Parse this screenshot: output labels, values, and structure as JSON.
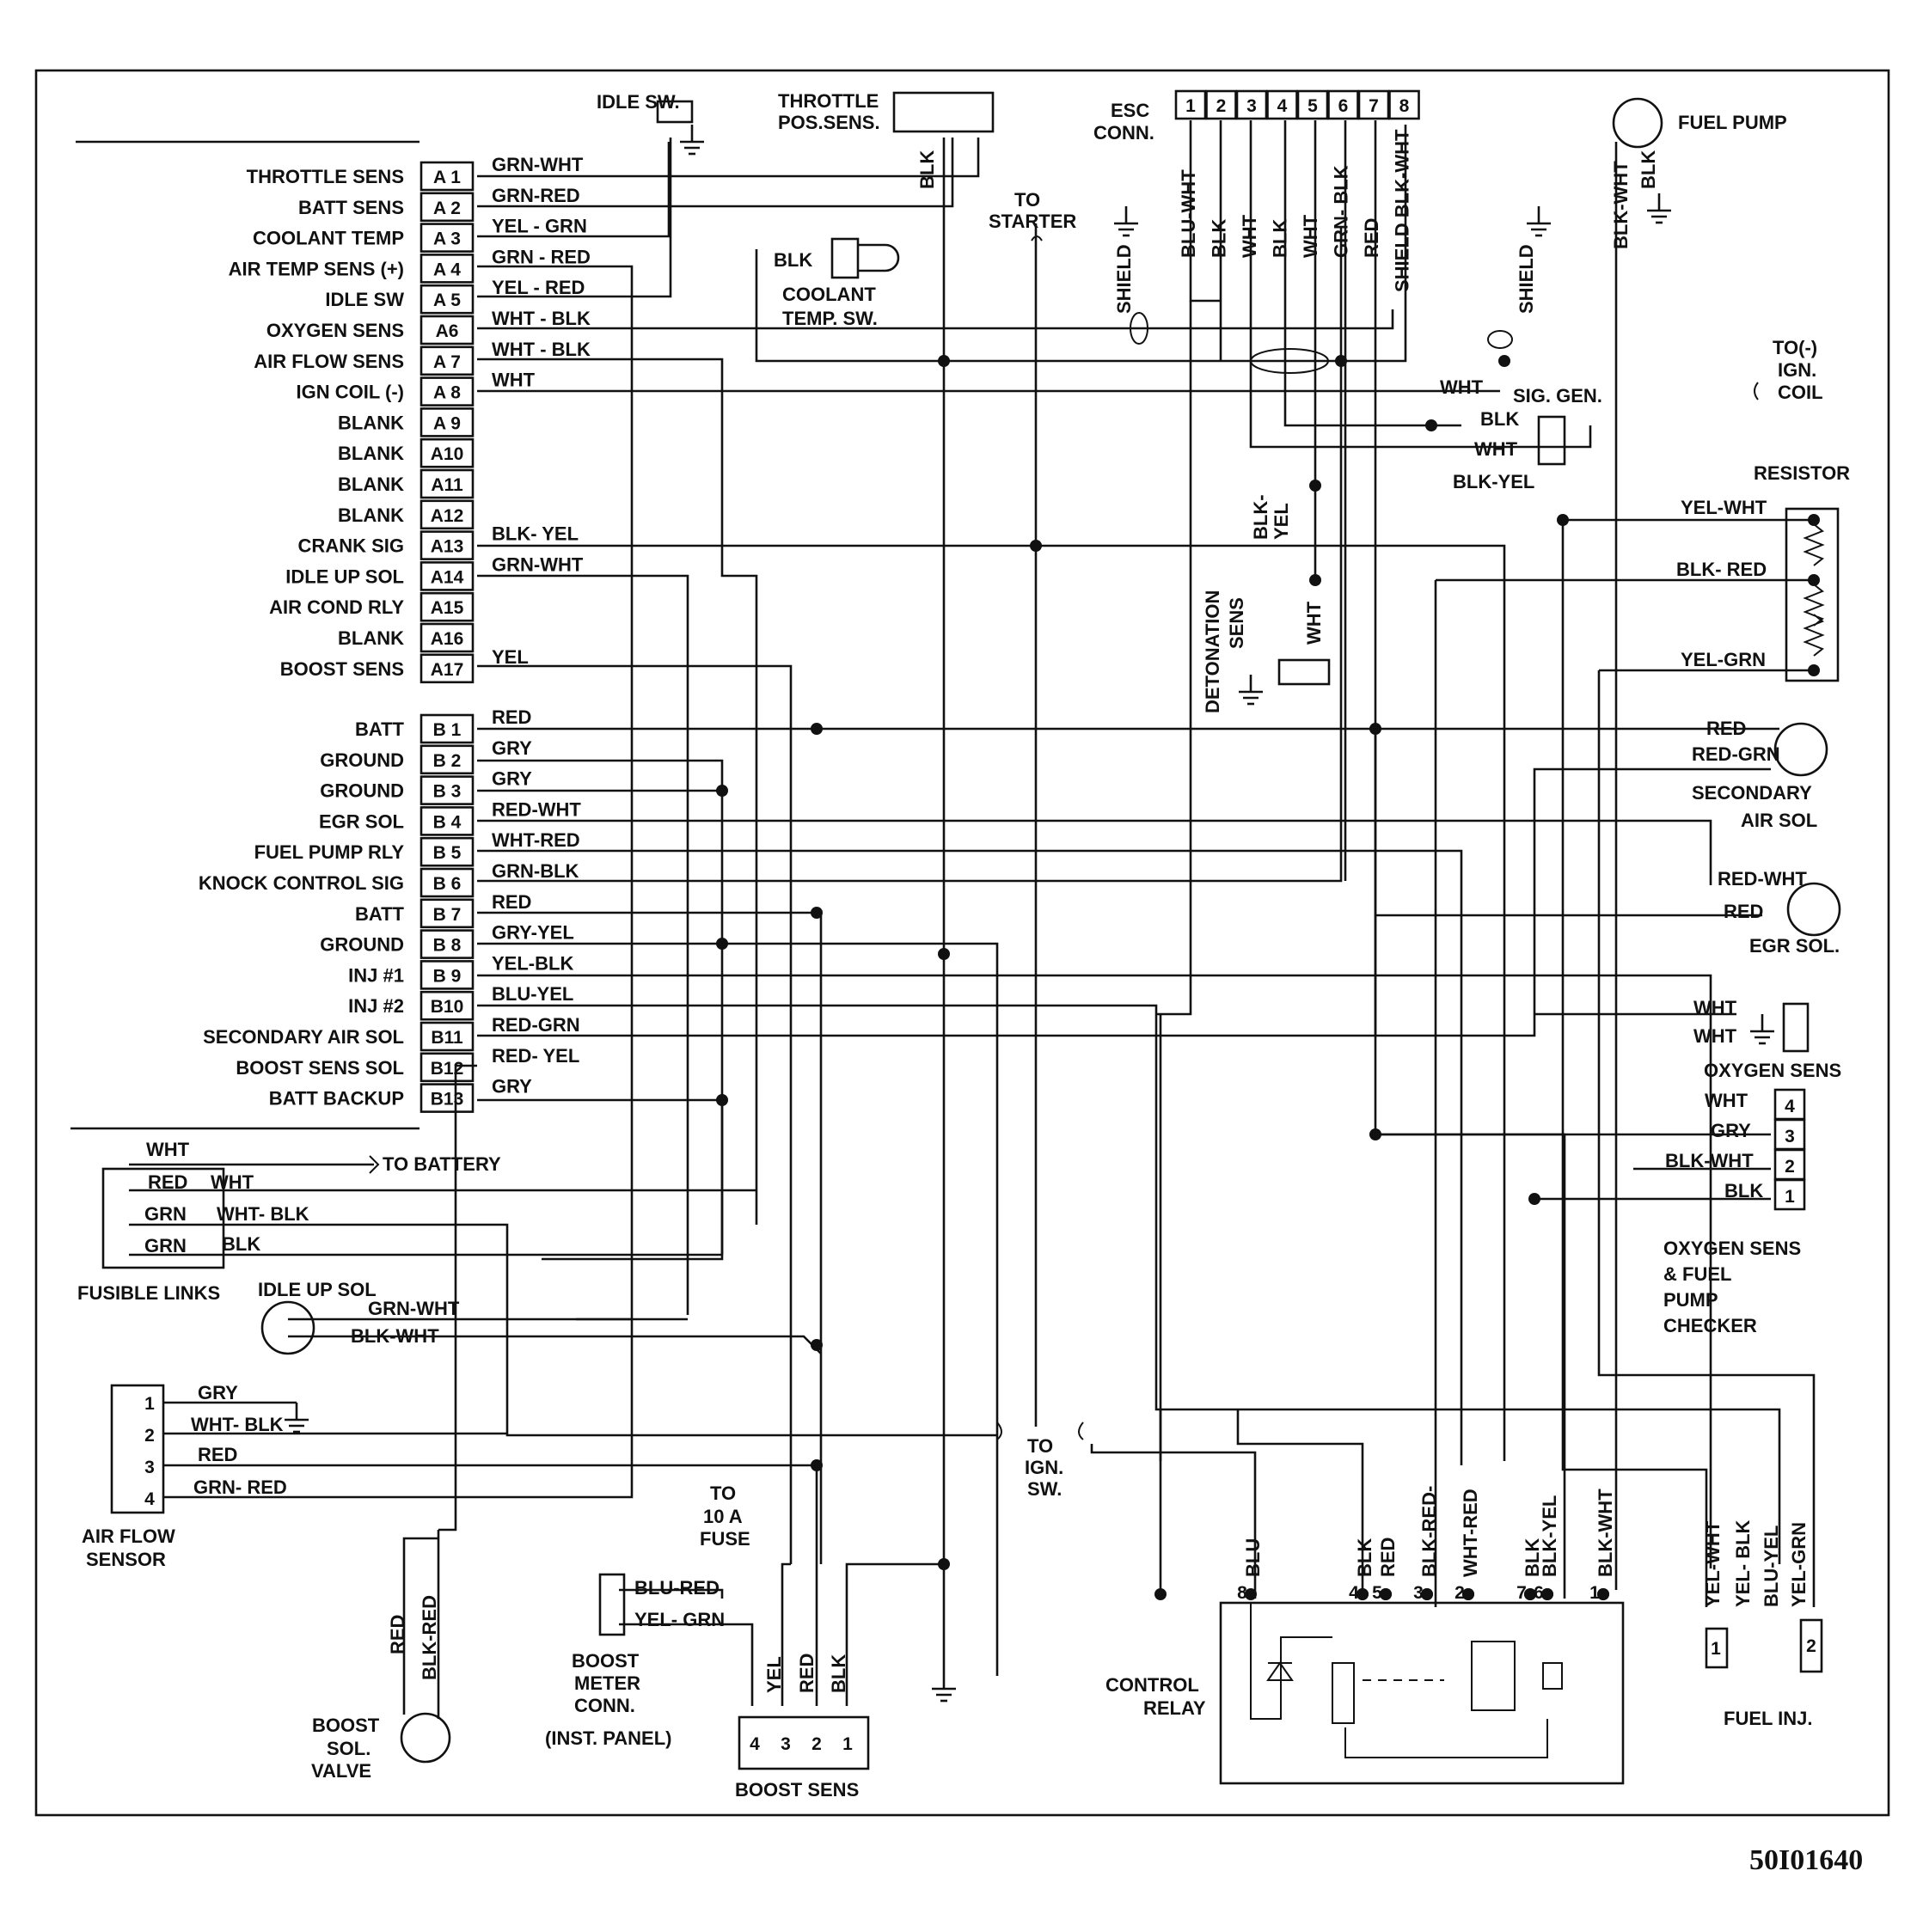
{
  "ecu": {
    "pins_a": [
      {
        "pin": "A 1",
        "name": "THROTTLE SENS",
        "wire": "GRN-WHT"
      },
      {
        "pin": "A 2",
        "name": "BATT SENS",
        "wire": "GRN-RED"
      },
      {
        "pin": "A 3",
        "name": "COOLANT TEMP",
        "wire": "YEL - GRN"
      },
      {
        "pin": "A 4",
        "name": "AIR TEMP SENS (+)",
        "wire": "GRN - RED"
      },
      {
        "pin": "A 5",
        "name": "IDLE SW",
        "wire": "YEL - RED"
      },
      {
        "pin": "A6",
        "name": "OXYGEN SENS",
        "wire": "WHT - BLK"
      },
      {
        "pin": "A 7",
        "name": "AIR FLOW SENS",
        "wire": "WHT - BLK"
      },
      {
        "pin": "A 8",
        "name": "IGN COIL (-)",
        "wire": "WHT"
      },
      {
        "pin": "A 9",
        "name": "BLANK",
        "wire": ""
      },
      {
        "pin": "A10",
        "name": "BLANK",
        "wire": ""
      },
      {
        "pin": "A11",
        "name": "BLANK",
        "wire": ""
      },
      {
        "pin": "A12",
        "name": "BLANK",
        "wire": ""
      },
      {
        "pin": "A13",
        "name": "CRANK SIG",
        "wire": "BLK- YEL"
      },
      {
        "pin": "A14",
        "name": "IDLE UP SOL",
        "wire": "GRN-WHT"
      },
      {
        "pin": "A15",
        "name": "AIR COND RLY",
        "wire": ""
      },
      {
        "pin": "A16",
        "name": "BLANK",
        "wire": ""
      },
      {
        "pin": "A17",
        "name": "BOOST SENS",
        "wire": "YEL"
      }
    ],
    "pins_b": [
      {
        "pin": "B 1",
        "name": "BATT",
        "wire": "RED"
      },
      {
        "pin": "B 2",
        "name": "GROUND",
        "wire": "GRY"
      },
      {
        "pin": "B 3",
        "name": "GROUND",
        "wire": "GRY"
      },
      {
        "pin": "B 4",
        "name": "EGR SOL",
        "wire": "RED-WHT"
      },
      {
        "pin": "B 5",
        "name": "FUEL PUMP RLY",
        "wire": "WHT-RED"
      },
      {
        "pin": "B 6",
        "name": "KNOCK CONTROL SIG",
        "wire": "GRN-BLK"
      },
      {
        "pin": "B 7",
        "name": "BATT",
        "wire": "RED"
      },
      {
        "pin": "B 8",
        "name": "GROUND",
        "wire": "GRY-YEL"
      },
      {
        "pin": "B 9",
        "name": "INJ #1",
        "wire": "YEL-BLK"
      },
      {
        "pin": "B10",
        "name": "INJ #2",
        "wire": "BLU-YEL"
      },
      {
        "pin": "B11",
        "name": "SECONDARY AIR SOL",
        "wire": "RED-GRN"
      },
      {
        "pin": "B12",
        "name": "BOOST SENS SOL",
        "wire": "RED- YEL"
      },
      {
        "pin": "B13",
        "name": "BATT BACKUP",
        "wire": "GRY"
      }
    ]
  },
  "components": {
    "idle_sw": "IDLE SW.",
    "throttle_pos": [
      "THROTTLE",
      "POS.SENS."
    ],
    "throttle_wire": "BLK",
    "to_starter": [
      "TO",
      "STARTER"
    ],
    "coolant_sw": [
      "COOLANT",
      "TEMP. SW."
    ],
    "coolant_wire": "BLK",
    "esc_conn": [
      "ESC",
      "CONN."
    ],
    "esc_pins": [
      "1",
      "2",
      "3",
      "4",
      "5",
      "6",
      "7",
      "8"
    ],
    "esc_wires": [
      "BLU-WHT",
      "BLK",
      "WHT",
      "BLK",
      "WHT",
      "GRN- BLK",
      "RED",
      "SHIELD BLK-WHT"
    ],
    "shield": "SHIELD",
    "fuel_pump": "FUEL PUMP",
    "fuel_pump_wire": "BLK-WHT",
    "fuel_pump_wire2": "BLK",
    "to_ign_coil": [
      "TO(-)",
      "IGN.",
      "COIL"
    ],
    "sig_gen": "SIG. GEN.",
    "sig_gen_wires": [
      "WHT",
      "BLK",
      "WHT",
      "BLK-YEL"
    ],
    "detonation": [
      "DETONATION",
      "SENS"
    ],
    "det_wires": [
      "BLK-",
      "YEL",
      "WHT"
    ],
    "resistor": "RESISTOR",
    "resistor_wires": [
      "YEL-WHT",
      "BLK- RED",
      "YEL-GRN"
    ],
    "secondary_air": [
      "SECONDARY",
      "AIR SOL"
    ],
    "secondary_wires": [
      "RED",
      "RED-GRN"
    ],
    "egr_sol": "EGR SOL.",
    "egr_wires": [
      "RED-WHT",
      "RED"
    ],
    "oxygen_sens": "OXYGEN SENS",
    "oxygen_wires": [
      "WHT",
      "WHT"
    ],
    "checker": [
      "OXYGEN SENS",
      "& FUEL",
      "PUMP",
      "CHECKER"
    ],
    "checker_pins": [
      "4",
      "3",
      "2",
      "1"
    ],
    "checker_wires": [
      "WHT",
      "GRY",
      "BLK-WHT",
      "BLK"
    ],
    "fusible_links": "FUSIBLE LINKS",
    "fusible_wires": [
      "WHT",
      "RED",
      "WHT",
      "GRN",
      "WHT- BLK",
      "GRN",
      "BLK"
    ],
    "to_battery": "TO BATTERY",
    "idle_up_sol": "IDLE UP SOL",
    "idle_up_wires": [
      "GRN-WHT",
      "BLK-WHT"
    ],
    "air_flow": [
      "AIR FLOW",
      "SENSOR"
    ],
    "air_flow_pins": [
      "1",
      "2",
      "3",
      "4"
    ],
    "air_flow_wires": [
      "GRY",
      "WHT- BLK",
      "RED",
      "GRN- RED"
    ],
    "to_ign_sw": [
      "TO",
      "IGN.",
      "SW."
    ],
    "to_fuse": [
      "TO",
      "10 A",
      "FUSE"
    ],
    "boost_meter": [
      "BOOST",
      "METER",
      "CONN.",
      "(INST. PANEL)"
    ],
    "boost_meter_wires": [
      "BLU-RED",
      "YEL- GRN"
    ],
    "boost_sens": "BOOST SENS",
    "boost_sens_pins": [
      "4",
      "3",
      "2",
      "1"
    ],
    "boost_sens_wires": [
      "YEL",
      "RED",
      "BLK"
    ],
    "boost_valve": [
      "BOOST",
      "SOL.",
      "VALVE"
    ],
    "boost_valve_wires": [
      "RED",
      "BLK-RED"
    ],
    "control_relay": [
      "CONTROL",
      "RELAY"
    ],
    "relay_pins": [
      "8",
      "4",
      "5",
      "3",
      "2",
      "7",
      "6",
      "1"
    ],
    "relay_wires": [
      "BLU",
      "BLK",
      "RED",
      "BLK-RED-",
      "WHT-RED",
      "BLK",
      "BLK-YEL",
      "BLK-WHT"
    ],
    "fuel_inj": "FUEL INJ.",
    "fuel_inj_wires": [
      "YEL-WHT",
      "YEL- BLK",
      "BLU-YEL",
      "YEL-GRN"
    ],
    "fuel_inj_nums": [
      "1",
      "2"
    ]
  },
  "reference_code": "50I01640"
}
